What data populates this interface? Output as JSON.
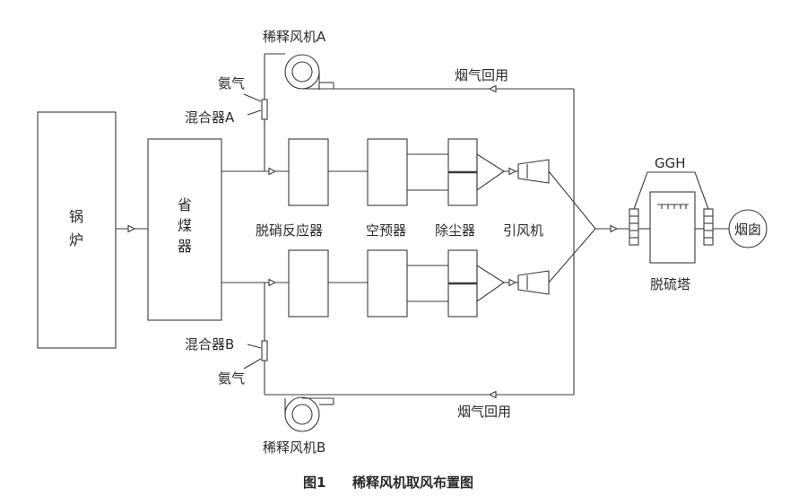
{
  "labels": {
    "boiler": "锅炉",
    "economizer": "省煤器",
    "dilution_fan_a": "稀释风机A",
    "dilution_fan_b": "稀释风机B",
    "ammonia_a": "氨气",
    "ammonia_b": "氨气",
    "mixer_a": "混合器A",
    "mixer_b": "混合器B",
    "flue_gas_recycle_top": "烟气回用",
    "flue_gas_recycle_bottom": "烟气回用",
    "scr_reactor": "脱硝反应器",
    "air_preheater": "空预器",
    "dust_collector": "除尘器",
    "id_fan": "引风机",
    "ggh": "GGH",
    "desulfurization_tower": "脱硫塔",
    "chimney": "烟囱"
  },
  "caption": {
    "figure_no": "图1",
    "title": "稀释风机取风布置图"
  }
}
